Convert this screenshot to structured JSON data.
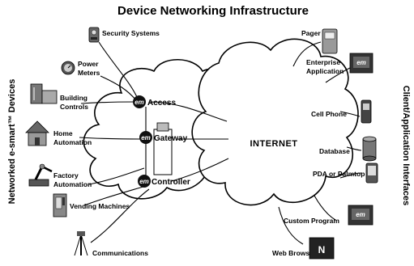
{
  "title": "Device Networking Infrastructure",
  "left_side_label": "Networked e-smart™ Devices",
  "right_side_label": "Client/Application Interfaces",
  "center_label": "INTERNET",
  "em_badge": "em",
  "core_nodes": [
    {
      "label": "Access"
    },
    {
      "label": "Gateway"
    },
    {
      "label": "Controller"
    }
  ],
  "left_devices": [
    {
      "label_lines": [
        "Security Systems"
      ],
      "icon": "security-camera-icon"
    },
    {
      "label_lines": [
        "Power",
        "Meters"
      ],
      "icon": "power-meter-icon"
    },
    {
      "label_lines": [
        "Building",
        "Controls"
      ],
      "icon": "thermostat-icon"
    },
    {
      "label_lines": [
        "Home",
        "Automation"
      ],
      "icon": "house-icon"
    },
    {
      "label_lines": [
        "Factory",
        "Automation"
      ],
      "icon": "robot-arm-icon"
    },
    {
      "label_lines": [
        "Vending Machines"
      ],
      "icon": "vending-machine-icon"
    },
    {
      "label_lines": [
        "Communications"
      ],
      "icon": "cell-tower-icon"
    }
  ],
  "right_clients": [
    {
      "label_lines": [
        "Pager"
      ],
      "icon": "pager-icon"
    },
    {
      "label_lines": [
        "Enterprise",
        "Application"
      ],
      "icon": "enterprise-app-icon"
    },
    {
      "label_lines": [
        "Cell Phone"
      ],
      "icon": "cell-phone-icon"
    },
    {
      "label_lines": [
        "Database"
      ],
      "icon": "database-icon"
    },
    {
      "label_lines": [
        "PDA or Palmtop"
      ],
      "icon": "pda-icon"
    },
    {
      "label_lines": [
        "Custom Program"
      ],
      "icon": "custom-program-icon"
    },
    {
      "label_lines": [
        "Web Browser"
      ],
      "icon": "web-browser-icon"
    }
  ]
}
